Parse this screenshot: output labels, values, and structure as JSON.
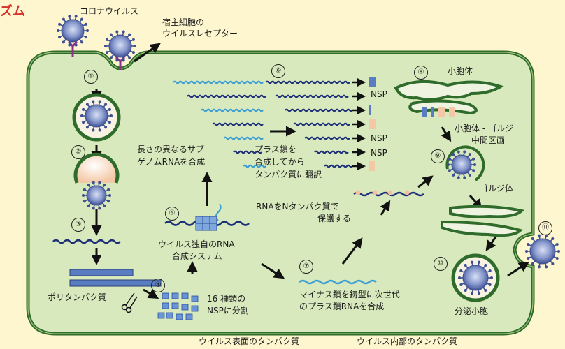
{
  "header": {
    "title_fragment": "ズム",
    "virus_label": "コロナウイルス",
    "receptor_label_line1": "宿主細胞の",
    "receptor_label_line2": "ウイルスレセプター"
  },
  "steps": [
    "①",
    "②",
    "③",
    "④",
    "⑤",
    "⑥",
    "⑦",
    "⑧",
    "⑨",
    "⑩",
    "⑪"
  ],
  "labels": {
    "polyprotein": "ポリタンパク質",
    "nsp_split_line1": "16 種類の",
    "nsp_split_line2": "NSPに分割",
    "replication_line1": "ウイルス独自のRNA",
    "replication_line2": "合成システム",
    "subgenomic_line1": "長さの異なるサブ",
    "subgenomic_line2": "ゲノムRNAを合成",
    "translation_line1": "プラス鎖を",
    "translation_line2": "合成してから",
    "translation_line3": "タンパク質に翻訳",
    "n_protect_line1": "RNAをNタンパク質で",
    "n_protect_line2": "保護する",
    "minus_line1": "マイナス鎖を鋳型に次世代",
    "minus_line2": "のプラス鎖RNAを合成",
    "er": "小胞体",
    "ergic_line1": "小胞体 - ゴルジ",
    "ergic_line2": "中間区画",
    "golgi": "ゴルジ体",
    "secretory": "分泌小胞",
    "nsp": "NSP"
  },
  "legend": {
    "surface": "ウイルス表面のタンパク質",
    "internal": "ウイルス内部のタンパク質"
  }
}
